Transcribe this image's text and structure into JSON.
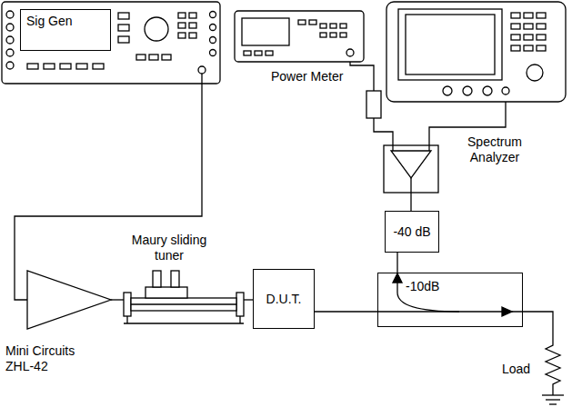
{
  "diagram": {
    "nodes": [
      {
        "text": [
          "Sig Gen"
        ]
      },
      {
        "text": [
          "D.U.T."
        ]
      },
      {
        "text": [
          "-10dB"
        ]
      },
      {
        "text": [
          "-40 dB"
        ]
      }
    ],
    "edges": [
      {
        "from": 1,
        "to": 2,
        "arrow": "none"
      },
      {
        "from": 2,
        "to": 3,
        "arrow": "none"
      }
    ],
    "labels": [
      "Power Meter",
      "Spectrum Analyzer",
      "Maury sliding tuner",
      "Mini Circuits ZHL-42",
      "Load"
    ]
  }
}
